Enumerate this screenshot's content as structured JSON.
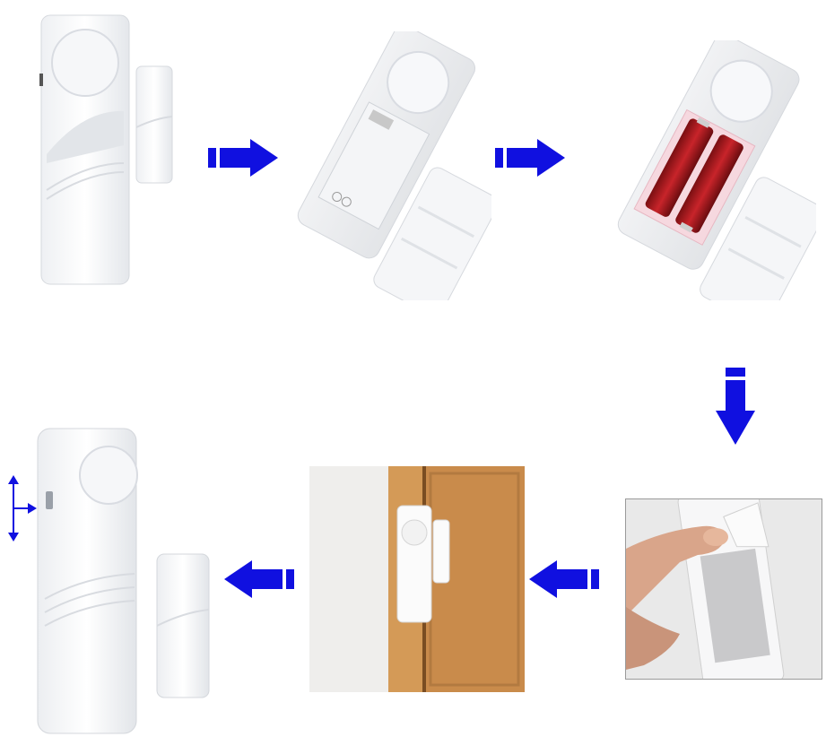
{
  "figure": {
    "kind": "installation-steps",
    "steps": [
      {
        "name": "assembled-alarm-and-magnet"
      },
      {
        "name": "open-battery-compartment"
      },
      {
        "name": "batteries-inserted"
      },
      {
        "name": "peel-adhesive-backing"
      },
      {
        "name": "mounted-on-door-frame"
      },
      {
        "name": "alarm-with-switch-direction"
      }
    ],
    "arrow_color": "#1010e0",
    "arrows": [
      {
        "name": "arrow-right-1",
        "direction": "right"
      },
      {
        "name": "arrow-right-2",
        "direction": "right"
      },
      {
        "name": "arrow-down",
        "direction": "down"
      },
      {
        "name": "arrow-left-1",
        "direction": "left"
      },
      {
        "name": "arrow-left-2",
        "direction": "left"
      }
    ]
  }
}
